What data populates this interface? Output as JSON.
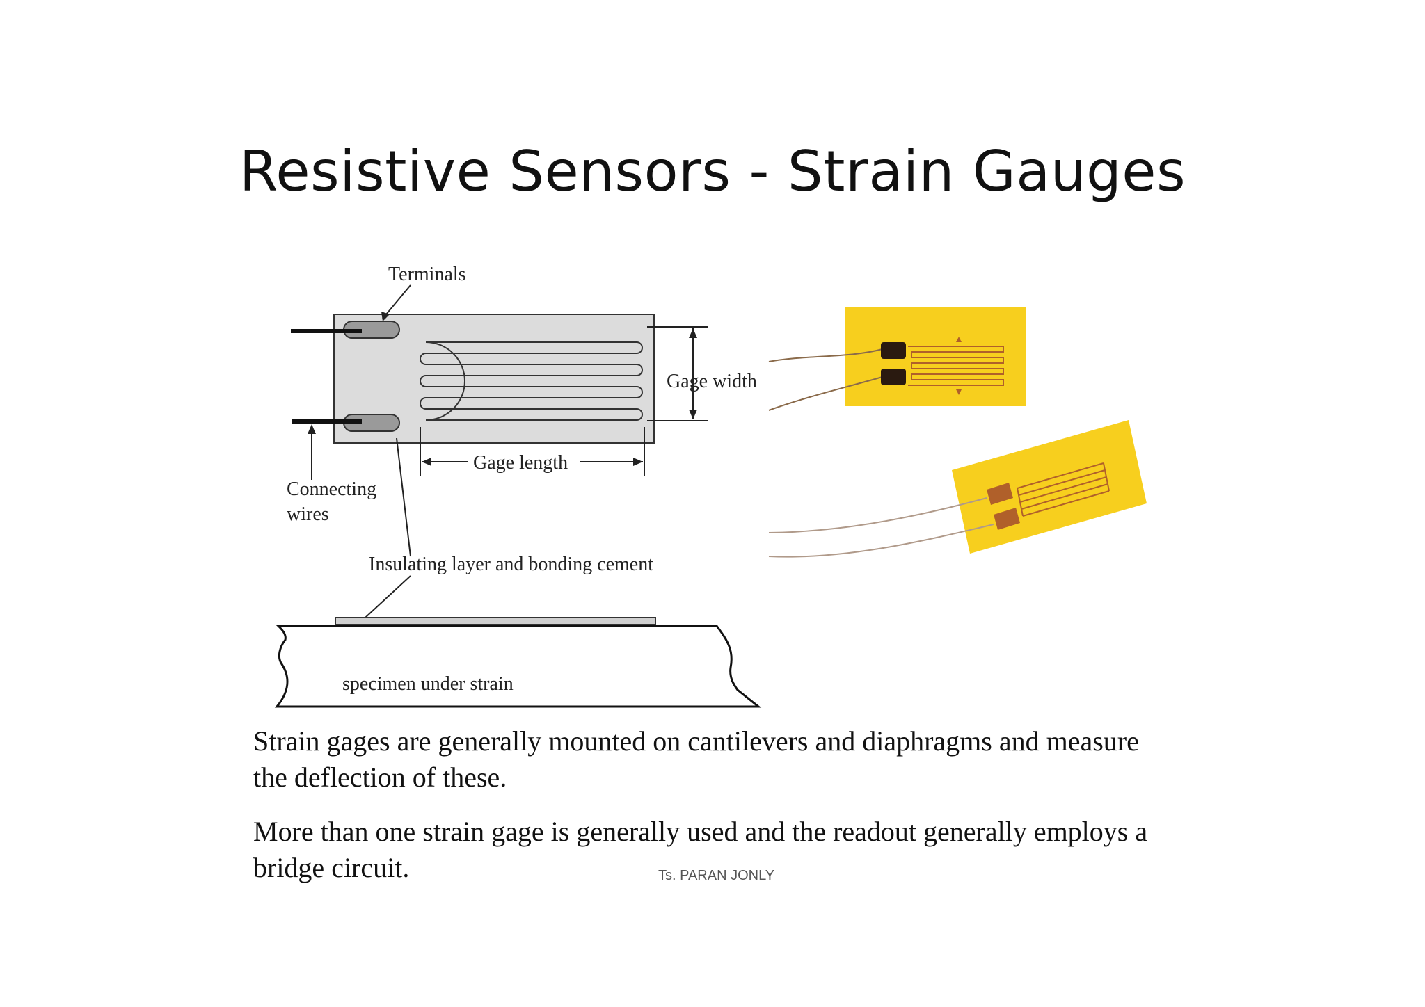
{
  "slide": {
    "title": "Resistive Sensors - Strain Gauges",
    "diagram": {
      "labels": {
        "terminals": "Terminals",
        "gage_width": "Gage width",
        "gage_length": "Gage length",
        "connecting_wires_line1": "Connecting",
        "connecting_wires_line2": "wires",
        "insulating_layer": "Insulating layer and bonding cement",
        "specimen": "specimen under strain"
      }
    },
    "paragraphs": [
      "Strain gages are generally mounted on cantilevers and diaphragms and measure the deflection of these.",
      "More than one strain gage is generally used and the readout generally employs a bridge circuit."
    ],
    "footer": "Ts. PARAN JONLY"
  },
  "colors": {
    "gauge_yellow": "#f7cf1e",
    "foil_copper": "#b0602a",
    "gauge_grey": "#dcdcdc"
  }
}
